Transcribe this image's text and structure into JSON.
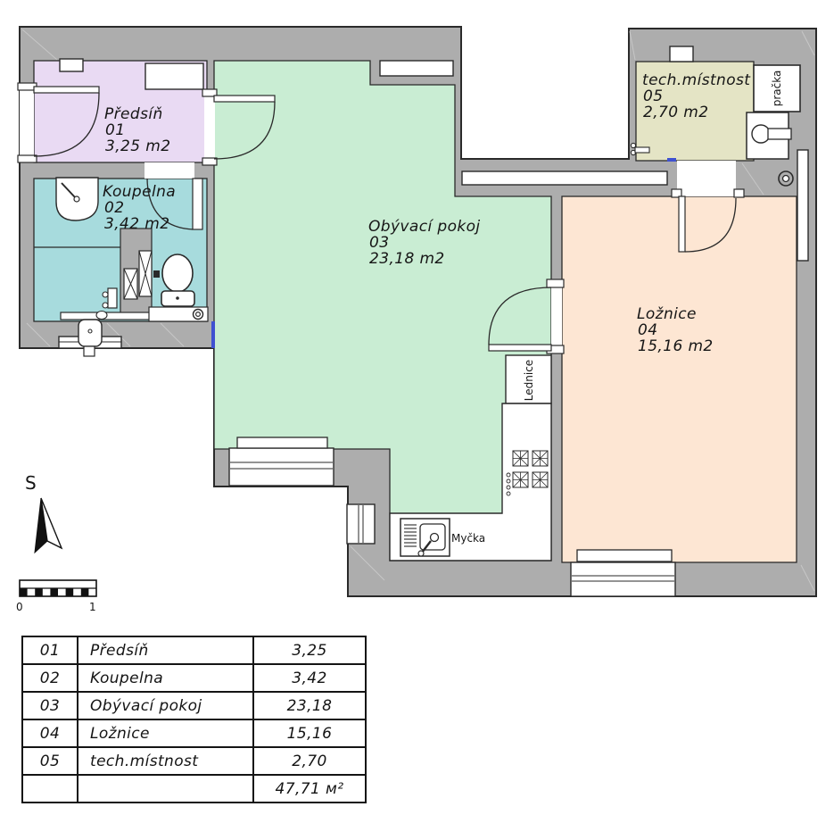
{
  "colors": {
    "wall": "#adadad",
    "wall_outline": "#2a2a2a",
    "hallway_floor": "#e9daf3",
    "bathroom_floor": "#a7dbdd",
    "living_floor": "#c9edd3",
    "bedroom_floor": "#fde6d3",
    "tech_floor": "#e4e4c5",
    "fixture": "#ffffff",
    "plumbing_accent": "#3f51d1"
  },
  "rooms": [
    {
      "id": "01",
      "name": "Předsíň",
      "area": "3,25",
      "area_label": "3,25 m2"
    },
    {
      "id": "02",
      "name": "Koupelna",
      "area": "3,42",
      "area_label": "3,42 m2"
    },
    {
      "id": "03",
      "name": "Obývací pokoj",
      "area": "23,18",
      "area_label": "23,18 m2"
    },
    {
      "id": "04",
      "name": "Ložnice",
      "area": "15,16",
      "area_label": "15,16 m2"
    },
    {
      "id": "05",
      "name": "tech.místnost",
      "area": "2,70",
      "area_label": "2,70 m2"
    }
  ],
  "appliances": {
    "washer": "pračka",
    "fridge": "Lednice",
    "dishwasher": "Myčka"
  },
  "compass": {
    "north_label": "S"
  },
  "scale_bar": {
    "start_label": "0",
    "end_label": "1"
  },
  "legend_table": {
    "total_area": "47,71 м²"
  }
}
